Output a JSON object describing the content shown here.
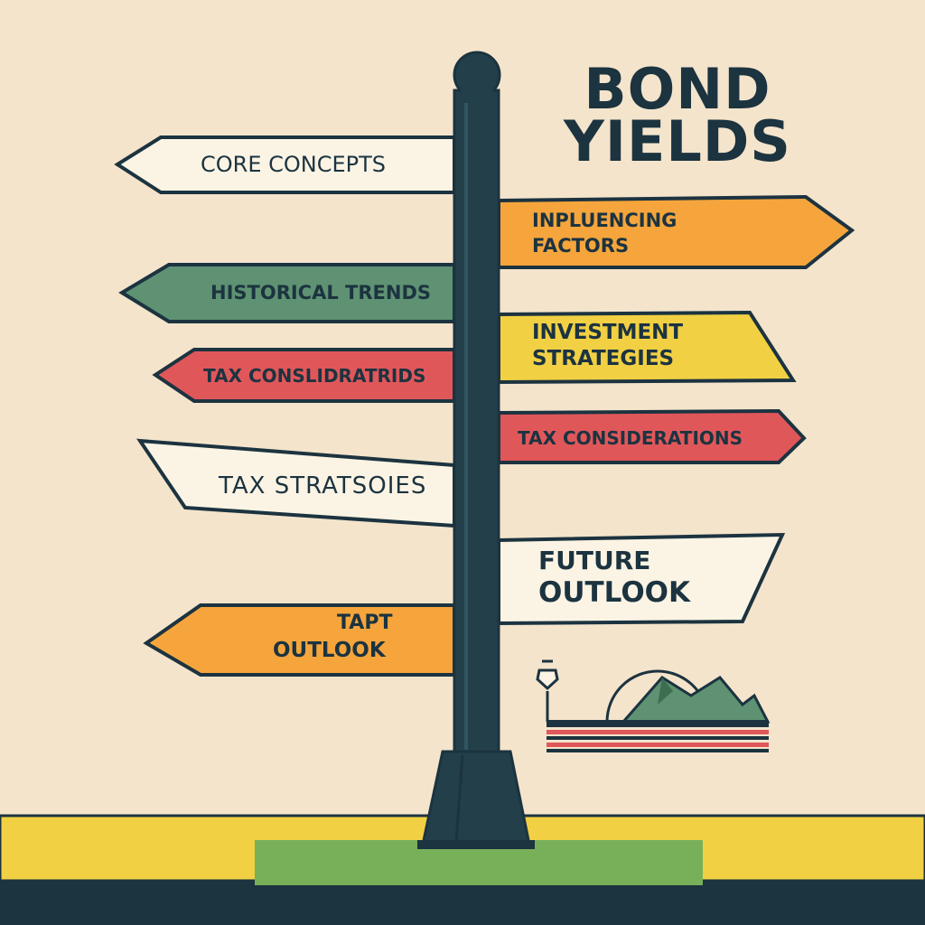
{
  "title": {
    "line1": "BOND",
    "line2": "YIELDS"
  },
  "signs": {
    "core_concepts": "CORE CONCEPTS",
    "influencing_1": "INPLUENCING",
    "influencing_2": "FACTORS",
    "historical": "HISTORICAL TRENDS",
    "investment_1": "INVESTMENT",
    "investment_2": "STRATEGIES",
    "tax_left": "TAX CONSLIDRATRIDS",
    "tax_right": "TAX CONSIDERATIONS",
    "tax_strategies": "TAX STRATSOIES",
    "future_1": "FUTURE",
    "future_2": "OUTLOOK",
    "tapt_1": "TAPT",
    "tapt_2": "OUTLOOK"
  },
  "colors": {
    "background": "#f4e4cb",
    "post": "#23404a",
    "outline": "#1c3340",
    "cream": "#fbf4e4",
    "orange": "#f5a53c",
    "green": "#5e9272",
    "red": "#e0575a",
    "yellow": "#f1d043",
    "grass": "#78b05a"
  }
}
